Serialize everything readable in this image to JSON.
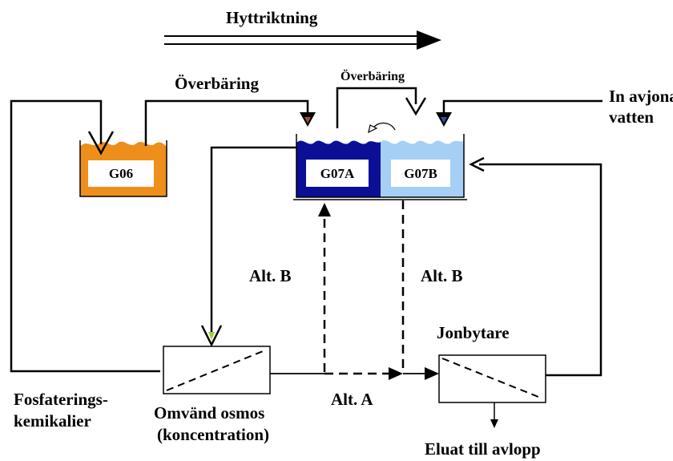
{
  "colors": {
    "g06_tank": "#ED8F1A",
    "g07a_tank": "#0A0F96",
    "g07b_tank": "#A6CFF5",
    "line": "#000000",
    "label_box": "#ffffff"
  },
  "direction_label": "Hyttriktning",
  "transfer_label_left": "Överbäring",
  "transfer_label_right": "Överbäring",
  "inlet_label_line1": "In avjonat",
  "inlet_label_line2": "vatten",
  "tanks": {
    "g06": "G06",
    "g07a": "G07A",
    "g07b": "G07B"
  },
  "alt_b_left": "Alt. B",
  "alt_b_right": "Alt. B",
  "alt_a": "Alt. A",
  "ion_exchanger": "Jonbytare",
  "chemicals_line1": "Fosfaterings-",
  "chemicals_line2": "kemikalier",
  "ro_line1": "Omvänd osmos",
  "ro_line2": "(koncentration)",
  "eluate": "Eluat till avlopp"
}
